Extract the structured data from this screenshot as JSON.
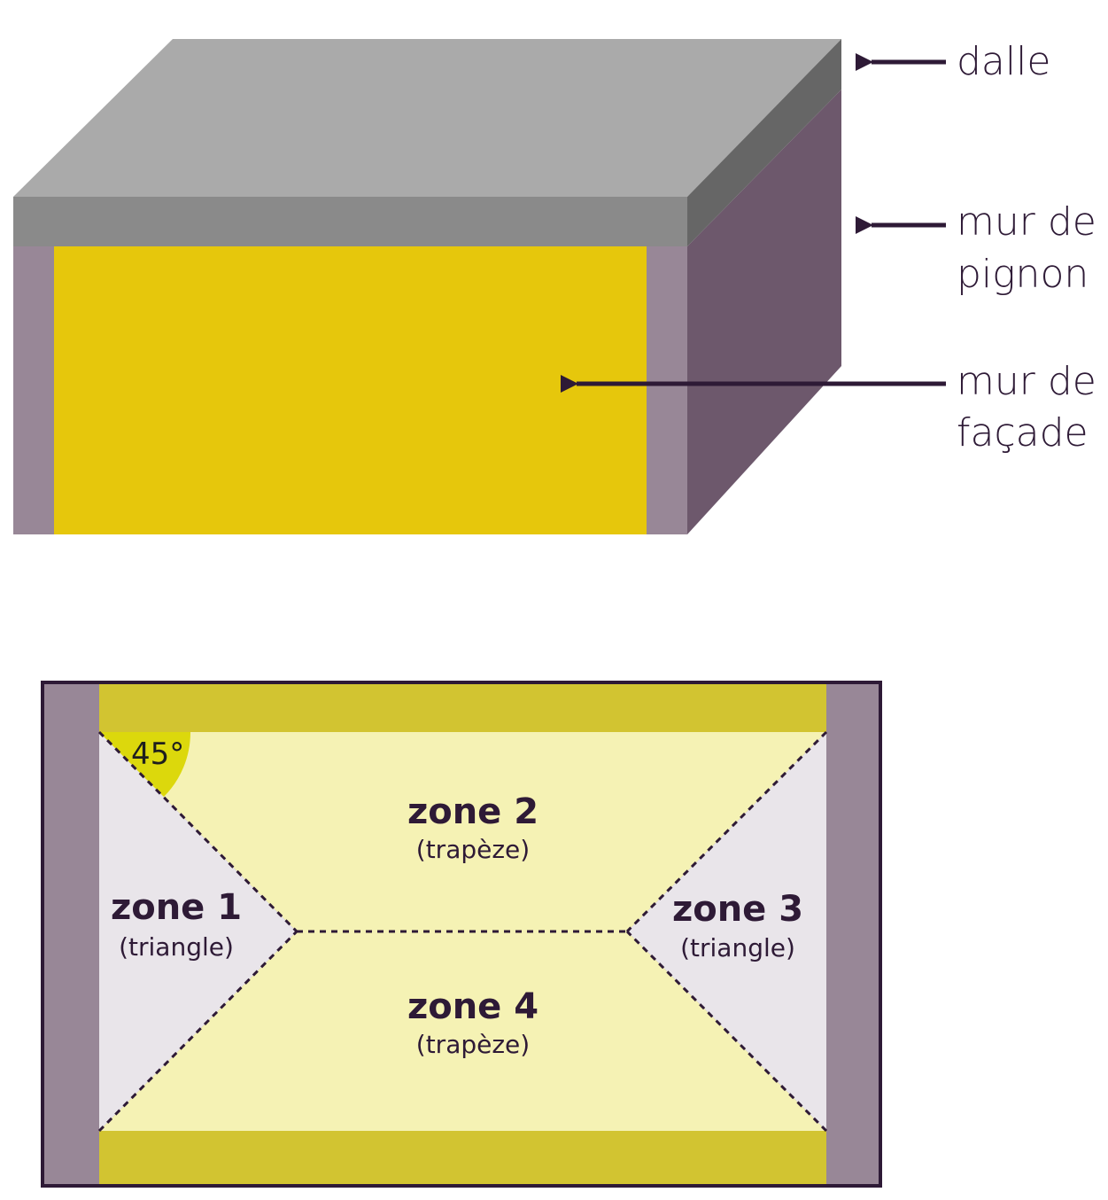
{
  "callouts": {
    "dalle": "dalle",
    "pignon_line1": "mur de",
    "pignon_line2": "pignon",
    "facade_line1": "mur de",
    "facade_line2": "façade"
  },
  "plan": {
    "angle": "45°",
    "zones": [
      {
        "title": "zone 1",
        "shape": "(triangle)"
      },
      {
        "title": "zone 2",
        "shape": "(trapèze)"
      },
      {
        "title": "zone 3",
        "shape": "(triangle)"
      },
      {
        "title": "zone 4",
        "shape": "(trapèze)"
      }
    ]
  },
  "colors": {
    "slab_top": "#aaaaaa",
    "slab_front": "#8a8a8a",
    "slab_side": "#666666",
    "gable_side": "#6d586c",
    "gable_end": "#988797",
    "facade": "#e6c70c",
    "facade_band": "#d2c431",
    "trapeze_zone": "#f5f2b4",
    "triangle_zone": "#e9e5ea",
    "angle_mark": "#dcd80c",
    "outline": "#2e1a36"
  }
}
